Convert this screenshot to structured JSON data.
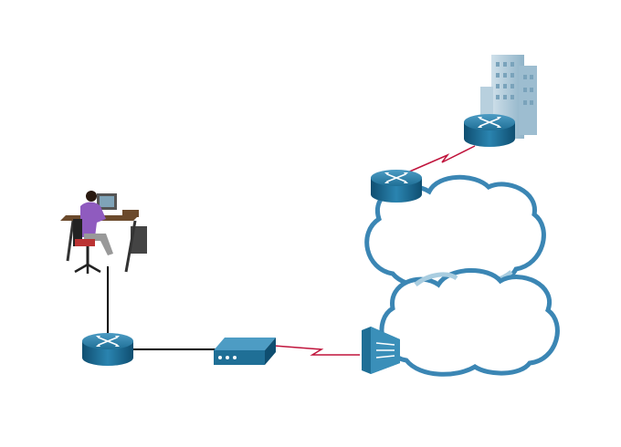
{
  "diagram": {
    "nodes": [
      {
        "id": "pc-user",
        "icon": "user-workstation-icon"
      },
      {
        "id": "local-router",
        "icon": "router-icon"
      },
      {
        "id": "modem",
        "icon": "modem-icon"
      },
      {
        "id": "wan-switch",
        "icon": "wan-switch-icon"
      },
      {
        "id": "isp-router",
        "icon": "router-icon"
      },
      {
        "id": "enterprise-router",
        "icon": "router-icon"
      },
      {
        "id": "enterprise-building",
        "icon": "building-icon"
      },
      {
        "id": "cloud-upper",
        "icon": "cloud-icon"
      },
      {
        "id": "cloud-lower",
        "icon": "cloud-icon"
      }
    ],
    "links": [
      {
        "from": "pc-user",
        "to": "local-router",
        "type": "ethernet"
      },
      {
        "from": "local-router",
        "to": "modem",
        "type": "ethernet"
      },
      {
        "from": "modem",
        "to": "wan-switch",
        "type": "serial"
      },
      {
        "from": "isp-router",
        "to": "enterprise-router",
        "type": "serial"
      }
    ]
  },
  "colors": {
    "ethernet": "#000000",
    "serial": "#c0143c",
    "device": "#1f6f96",
    "cloud": "#3b86b4"
  }
}
